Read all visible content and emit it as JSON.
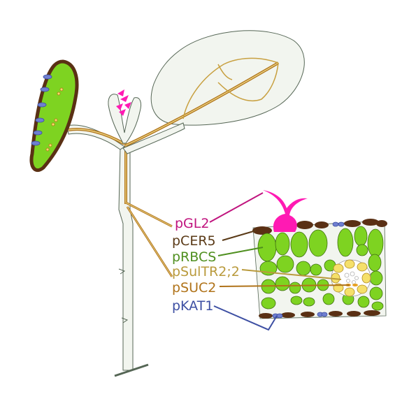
{
  "labels": {
    "gl2": {
      "text": "pGL2",
      "color": "#c0147e"
    },
    "cer5": {
      "text": "pCER5",
      "color": "#5a3a17"
    },
    "rbcs": {
      "text": "pRBCS",
      "color": "#4f8f1f"
    },
    "sultr22": {
      "text": "pSulTR2;2",
      "color": "#b99a3c"
    },
    "suc2": {
      "text": "pSUC2",
      "color": "#b0731a"
    },
    "kat1": {
      "text": "pKAT1",
      "color": "#3d4fa3"
    }
  },
  "colors": {
    "mesophyll": "#7ed321",
    "epidermis": "#5a3014",
    "trichome": "#ff1ab3",
    "vein": "#c8a040",
    "vein_inner": "#e8d080",
    "leaf_fill": "#f2f5ef",
    "stoma": "#6f7fd0",
    "bundle_sheath": "#f5e06a"
  }
}
